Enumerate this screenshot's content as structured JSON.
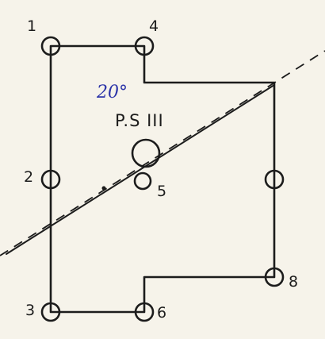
{
  "diagram": {
    "title": "P.S III",
    "annotation": "20°",
    "colors": {
      "ink": "#1c1c1c",
      "annotation": "#2b33a8",
      "paper": "#f6f3ea"
    },
    "nodes": [
      {
        "id": "1",
        "label": "1"
      },
      {
        "id": "2",
        "label": "2"
      },
      {
        "id": "3",
        "label": "3"
      },
      {
        "id": "4",
        "label": "4"
      },
      {
        "id": "5",
        "label": "5"
      },
      {
        "id": "6",
        "label": "6"
      },
      {
        "id": "7",
        "label": ""
      },
      {
        "id": "8",
        "label": "8"
      }
    ]
  }
}
